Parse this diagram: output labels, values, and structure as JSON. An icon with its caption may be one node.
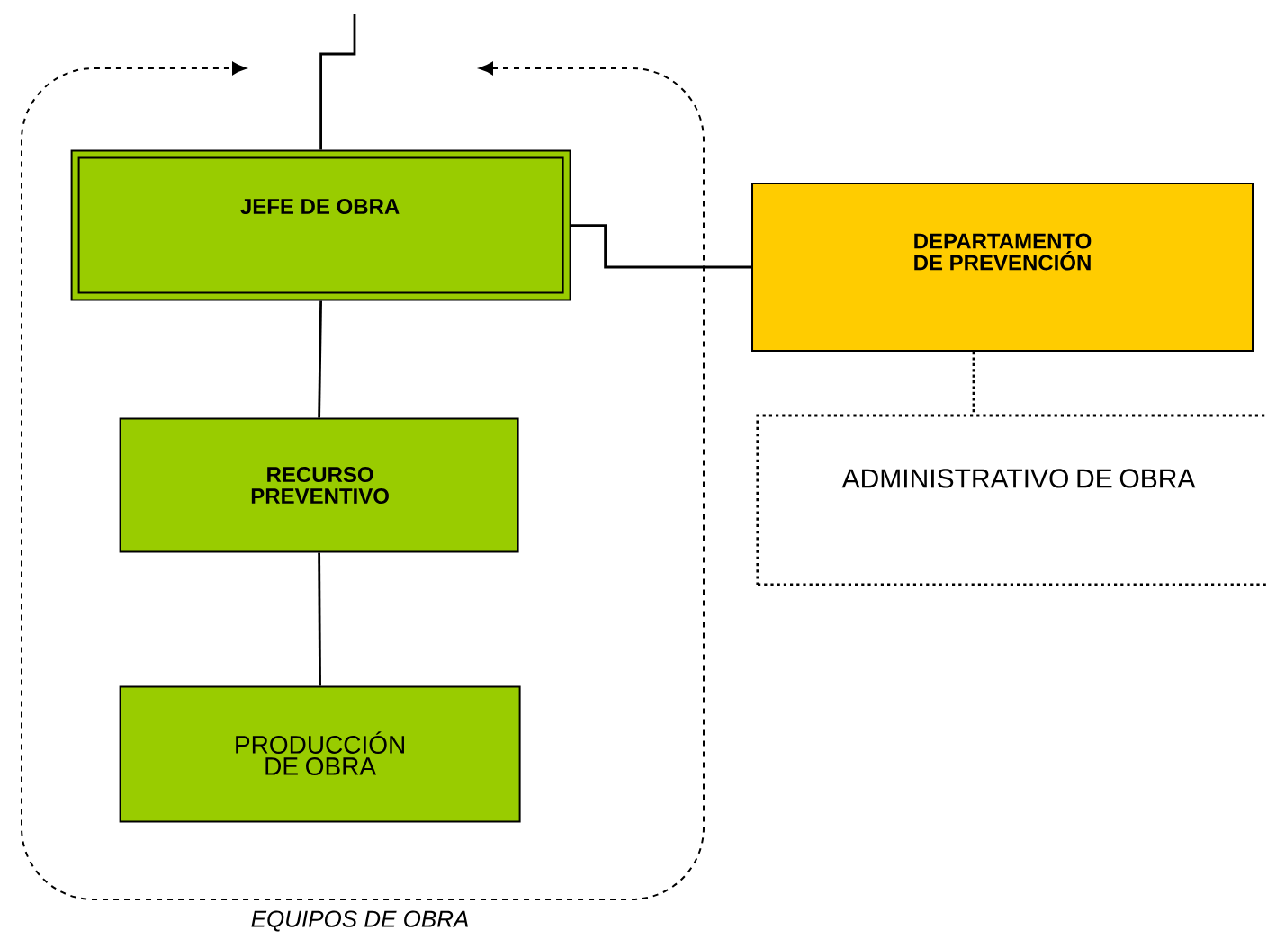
{
  "diagram": {
    "nodes": [
      {
        "text": [
          "EQUIPOS DE OBRA"
        ]
      },
      {
        "text": [
          "JEFE DE OBRA"
        ],
        "in": 0
      },
      {
        "text": [
          "RECURSO PREVENTIVO"
        ],
        "in": 0
      },
      {
        "text": [
          "PRODUCCIÓN DE OBRA"
        ],
        "in": 0
      },
      {
        "text": [
          "DEPARTAMENTO DE PREVENCIÓN"
        ]
      },
      {
        "text": [
          "ADMINISTRATIVO DE OBRA"
        ]
      }
    ],
    "edges": [
      {
        "from": null,
        "to": 1,
        "arrow": "none"
      },
      {
        "from": 1,
        "to": 2,
        "arrow": "none"
      },
      {
        "from": 2,
        "to": 3,
        "arrow": "none"
      },
      {
        "from": 1,
        "to": 4,
        "arrow": "none"
      },
      {
        "from": 4,
        "to": 5,
        "arrow": "none",
        "style": "dashed"
      }
    ]
  }
}
